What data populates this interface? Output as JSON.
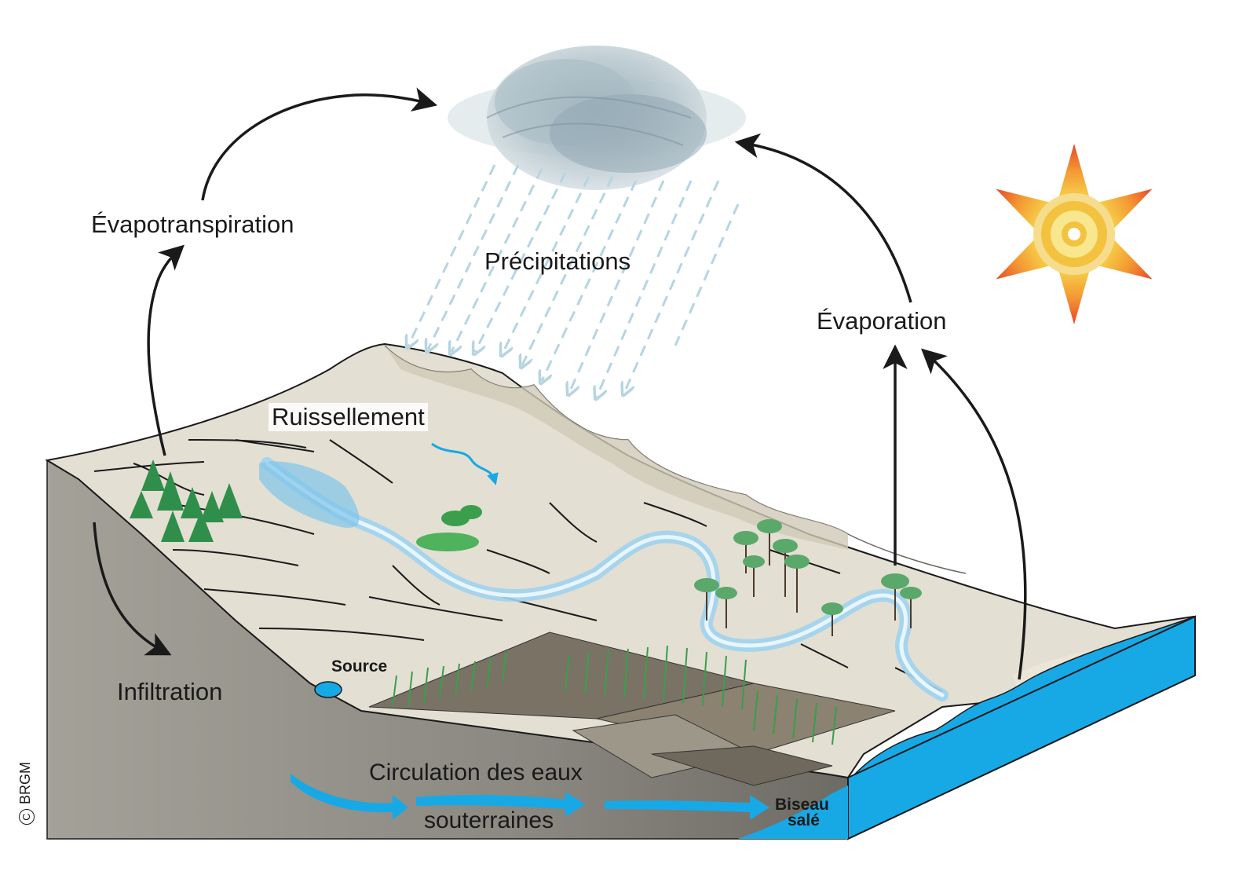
{
  "labels": {
    "evapotranspiration": "Évapotranspiration",
    "precipitations": "Précipitations",
    "evaporation": "Évaporation",
    "ruissellement": "Ruissellement",
    "source": "Source",
    "infiltration": "Infiltration",
    "circulation_line1": "Circulation des eaux",
    "circulation_line2": "souterraines",
    "biseau_line1": "Biseau",
    "biseau_line2": "salé"
  },
  "credit": {
    "symbol": "C",
    "text": "BRGM"
  },
  "colors": {
    "arrow": "#1a1a1a",
    "water": "#17a9e6",
    "river": "#9fd3ee",
    "terrain_top": "#e3dfd3",
    "terrain_side": "#8e8c84",
    "rain": "#b6d5e1",
    "cloud": "#c9d5db",
    "vegetation": "#3a9e4c",
    "sun_outer": "#e8462a",
    "sun_inner": "#f5c840"
  },
  "icons": [
    "cloud-icon",
    "sun-icon",
    "tree-icon"
  ]
}
